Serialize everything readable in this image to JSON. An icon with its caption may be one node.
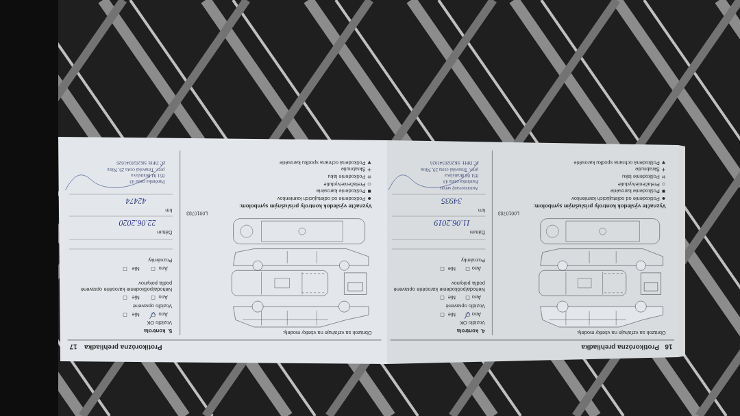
{
  "diagram": {
    "labels": [
      "16",
      "Protikorózna prehliadka",
      "Obrázok sa vzťahuje na všetky modely.",
      "Vyznačte výsledok kontroly príslušným symbolom:",
      "L0010783",
      "4. kontrola",
      "Vozidlo OK",
      "Áno",
      "Nie",
      "Vozidlo opravené",
      "Áno",
      "Nie",
      "Nehoda/poškodenie karosérie opravené podľa pokynov",
      "Áno",
      "Nie",
      "Poznámky",
      "Dátum",
      "11.06.2019",
      "km",
      "34935",
      "Autorizovaný servis",
      "Panónska cesta 43",
      "851 04 Bratislava",
      "prev. Trnavská cesta 29, Nitra",
      "IČ DPH: SK2020341026",
      "17",
      "Protikorózna prehliadka",
      "Obrázok sa vzťahuje na všetky modely.",
      "Vyznačte výsledok kontroly príslušným symbolom:",
      "L0010783",
      "5. kontrola",
      "Vozidlo OK",
      "Áno",
      "Nie",
      "Vozidlo opravené",
      "Áno",
      "Nie",
      "Nehoda/poškodenie karosérie opravené podľa pokynov",
      "Áno",
      "Nie",
      "Poznámky",
      "Dátum",
      "22.06.2020",
      "km",
      "42474",
      "Panónska cesta 43",
      "851 04 Bratislava",
      "prev. Trnavská cesta 29, Nitra",
      "IČ DPH: SK2020341026"
    ],
    "legend": [
      {
        "text": "Poškodenie od odletujúcich kamienkov"
      },
      {
        "text": "Poškodenie karosérie"
      },
      {
        "text": "Prelačenie/vydutie"
      },
      {
        "text": "Poškodenie laku"
      },
      {
        "text": "Škrabnutie"
      },
      {
        "text": "Poškodená ochrana spodku karosérie"
      },
      {
        "text": "Poškodenie od odletujúcich kamienkov"
      },
      {
        "text": "Poškodenie karosérie"
      },
      {
        "text": "Prelačenie/vydutie"
      },
      {
        "text": "Poškodenie laku"
      },
      {
        "text": "Škrabnutie"
      },
      {
        "text": "Poškodená ochrana spodku karosérie"
      }
    ]
  }
}
